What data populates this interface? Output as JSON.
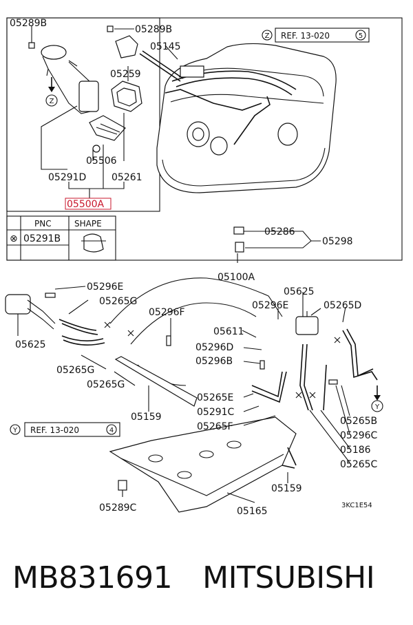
{
  "callouts": {
    "c05289B_a": "05289B",
    "c05289B_b": "05289B",
    "c05145": "05145",
    "c05259": "05259",
    "c05506": "05506",
    "c05291D": "05291D",
    "c05261": "05261",
    "c05500A": "05500A",
    "c05286": "05286",
    "c05298": "05298",
    "c05100A": "05100A",
    "c05296E_a": "05296E",
    "c05265G_a": "05265G",
    "c05296F": "05296F",
    "c05625_a": "05625",
    "c05296E_b": "05296E",
    "c05265D": "05265D",
    "c05625_b": "05625",
    "c05611": "05611",
    "c05296D": "05296D",
    "c05296B": "05296B",
    "c05265G_b": "05265G",
    "c05265G_c": "05265G",
    "c05265E": "05265E",
    "c05291C": "05291C",
    "c05265F": "05265F",
    "c05159_a": "05159",
    "c05265B": "05265B",
    "c05296C": "05296C",
    "c05186": "05186",
    "c05265C": "05265C",
    "c05289C": "05289C",
    "c05159_b": "05159",
    "c05165": "05165"
  },
  "markers": {
    "z": "Z",
    "y": "Y",
    "ref_top": "REF. 13-020",
    "ref_top_num": "5",
    "ref_bottom": "REF. 13-020",
    "ref_bottom_num": "4",
    "drawing_code": "3KC1E54"
  },
  "legend_table": {
    "col_pnc": "PNC",
    "col_shape": "SHAPE",
    "row_symbol": "⊗",
    "row_pnc": "05291B"
  },
  "footer": {
    "part_number": "MB831691",
    "brand": "MITSUBISHI"
  },
  "colors": {
    "highlight": "#c8162b",
    "ink": "#111111"
  }
}
